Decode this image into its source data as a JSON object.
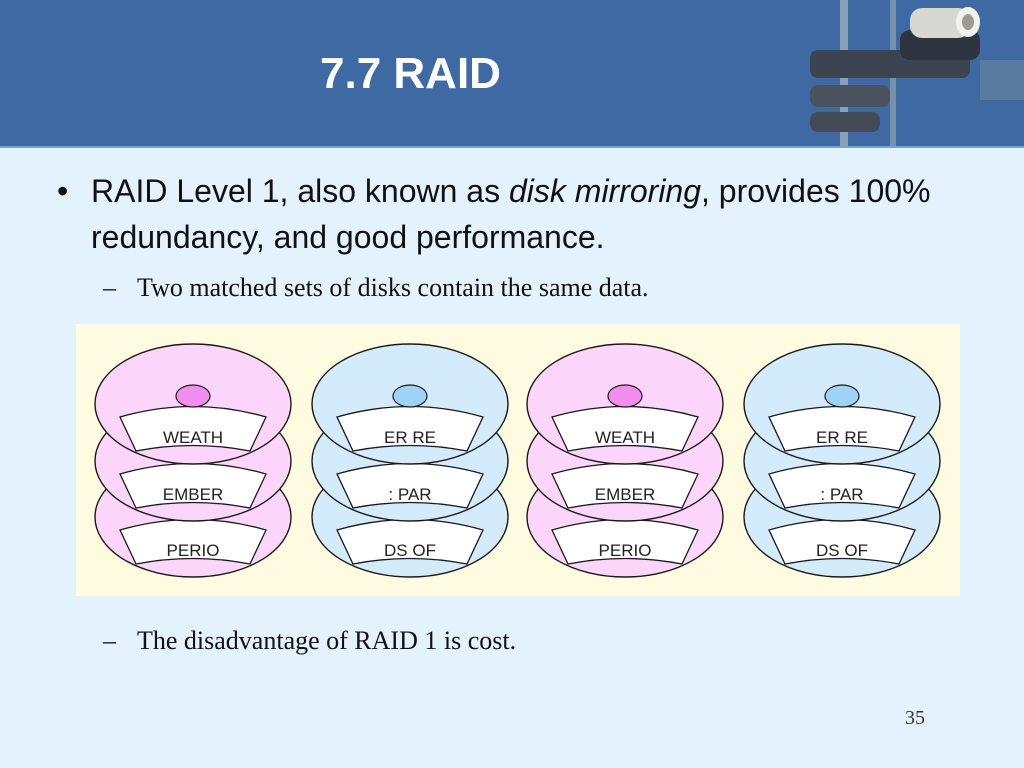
{
  "slide": {
    "title": "7.7 RAID",
    "page_number": "35"
  },
  "content": {
    "bullet_marker": "•",
    "bullet_before": "RAID Level 1, also known as ",
    "bullet_emphasis": "disk mirroring",
    "bullet_after": ", provides 100% redundancy, and good performance.",
    "sub_marker": "–",
    "sub_bullets": [
      "Two matched sets of disks contain the same data.",
      "The disadvantage of RAID 1 is cost."
    ]
  },
  "figure": {
    "colors": {
      "pink_fill": "#fcd5fa",
      "pink_hub": "#f28ef0",
      "blue_fill": "#d3ebfa",
      "blue_hub": "#9fd3f5",
      "stroke": "#1a1a1a",
      "background": "#fefbe1"
    },
    "disk_stacks": [
      {
        "color": "pink",
        "labels": [
          "WEATH",
          "EMBER",
          "PERIO"
        ]
      },
      {
        "color": "blue",
        "labels": [
          "ER RE",
          ": PAR",
          "DS OF"
        ]
      },
      {
        "color": "pink",
        "labels": [
          "WEATH",
          "EMBER",
          "PERIO"
        ]
      },
      {
        "color": "blue",
        "labels": [
          "ER RE",
          ": PAR",
          "DS OF"
        ]
      }
    ]
  }
}
